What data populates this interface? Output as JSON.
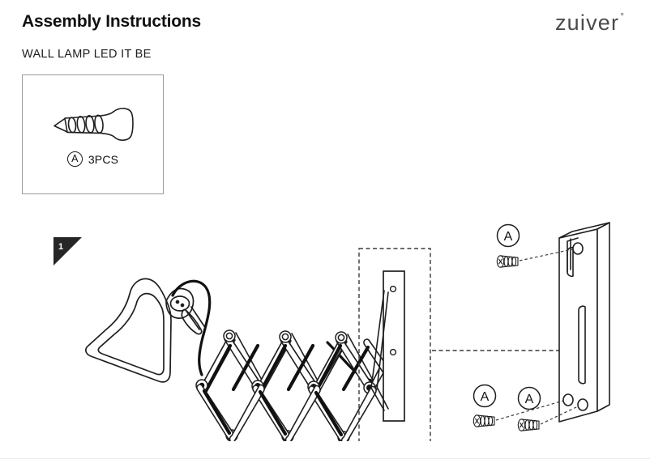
{
  "document": {
    "title": "Assembly Instructions",
    "subtitle": "WALL LAMP LED IT BE"
  },
  "brand": {
    "name": "zuiver",
    "degree_mark": "°"
  },
  "parts_box": {
    "part_icon": "screw-icon",
    "reference_label": "A",
    "quantity_label": "3PCS"
  },
  "step": {
    "number": "1",
    "badge_name": "step-number-badge",
    "components": [
      {
        "name": "lamp-shade",
        "label": "lamp-head"
      },
      {
        "name": "scissor-arm",
        "label": "extendable-accordion-arm"
      },
      {
        "name": "power-cable",
        "label": "cable"
      },
      {
        "name": "mounting-plate",
        "label": "mounting-plate"
      },
      {
        "name": "wall-bracket",
        "label": "wall-bracket"
      }
    ],
    "callouts": [
      {
        "id": "callout-top",
        "letter": "A",
        "fastener": "screw-icon"
      },
      {
        "id": "callout-bottom-left",
        "letter": "A",
        "fastener": "screw-icon"
      },
      {
        "id": "callout-bottom-right",
        "letter": "A",
        "fastener": "screw-icon"
      }
    ]
  },
  "colors": {
    "ink": "#1a1a1a",
    "line": "#2b2b2b",
    "box_border": "#9a9a9a",
    "brand": "#4a4a4a",
    "badge": "#262626",
    "dash": "#3a3a3a"
  }
}
